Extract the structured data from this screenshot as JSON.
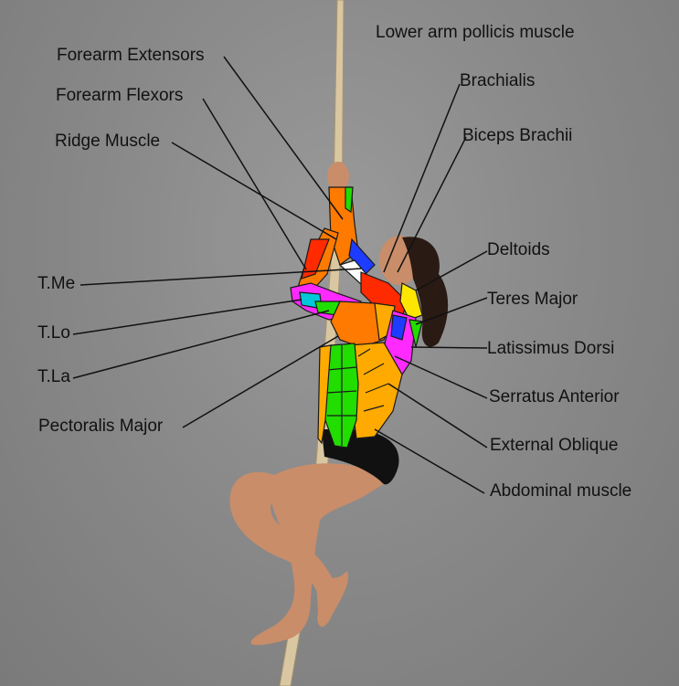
{
  "labels": {
    "lower_arm_pollicis": "Lower arm pollicis muscle",
    "forearm_extensors": "Forearm Extensors",
    "forearm_flexors": "Forearm Flexors",
    "ridge_muscle": "Ridge Muscle",
    "brachialis": "Brachialis",
    "biceps_brachii": "Biceps Brachii",
    "deltoids": "Deltoids",
    "teres_major": "Teres Major",
    "latissimus_dorsi": "Latissimus Dorsi",
    "serratus_anterior": "Serratus Anterior",
    "external_oblique": "External Oblique",
    "abdominal_muscle": "Abdominal muscle",
    "t_me": "T.Me",
    "t_lo": "T.Lo",
    "t_la": "T.La",
    "pectoralis_major": "Pectoralis Major"
  },
  "colors": {
    "orange": "#ff7a00",
    "amber": "#ffaa00",
    "yellow": "#ffe600",
    "green": "#22dd00",
    "blue": "#1d3cff",
    "magenta": "#ff2aff",
    "red": "#ff2a00",
    "cyan": "#00c8d8"
  }
}
